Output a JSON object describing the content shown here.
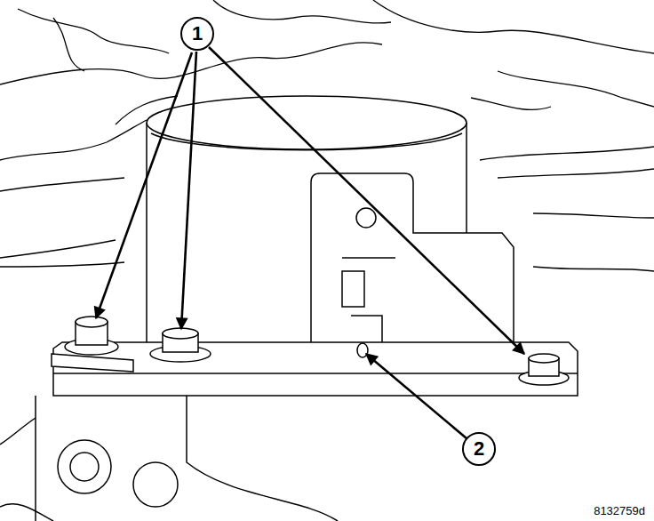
{
  "diagram": {
    "nodes": [
      {
        "text": [
          "1"
        ]
      },
      {
        "text": [
          "2"
        ]
      }
    ],
    "labels": [
      "8132759d"
    ]
  }
}
